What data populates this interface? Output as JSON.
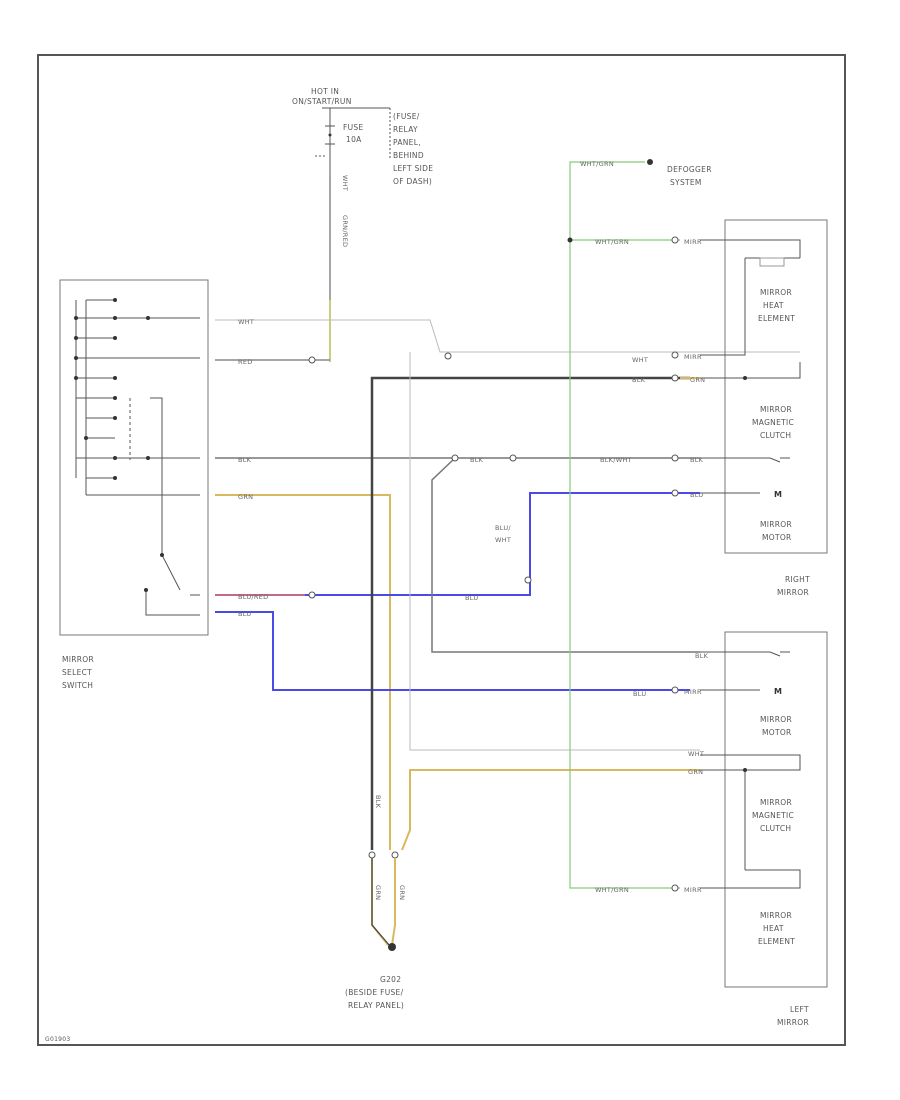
{
  "power": {
    "hot_line1": "HOT IN",
    "hot_line2": "ON/START/RUN",
    "fuse_line1": "FUSE",
    "fuse_line2": "10A",
    "panel_line1": "(FUSE/",
    "panel_line2": "RELAY",
    "panel_line3": "PANEL,",
    "panel_line4": "BEHIND",
    "panel_line5": "LEFT SIDE",
    "panel_line6": "OF DASH)",
    "wire_top": "WHT",
    "wire_mid": "GRN/RED"
  },
  "switch": {
    "label_line1": "MIRROR",
    "label_line2": "SELECT",
    "label_line3": "SWITCH",
    "wire_wht": "WHT",
    "wire_red": "RED",
    "wire_blk": "BLK",
    "wire_grn": "GRN",
    "wire_blured": "BLU/RED",
    "wire_blu": "BLU"
  },
  "defogger": {
    "line1": "DEFOGGER",
    "line2": "SYSTEM",
    "wire": "WHT/GRN"
  },
  "right_mirror": {
    "heat_line1": "MIRROR",
    "heat_line2": "HEAT",
    "heat_line3": "ELEMENT",
    "clutch_line1": "MIRROR",
    "clutch_line2": "MAGNETIC",
    "clutch_line3": "CLUTCH",
    "motor_line1": "MIRROR",
    "motor_line2": "MOTOR",
    "group_line1": "RIGHT",
    "group_line2": "MIRROR",
    "motor_symbol": "M"
  },
  "left_mirror": {
    "motor_line1": "MIRROR",
    "motor_line2": "MOTOR",
    "clutch_line1": "MIRROR",
    "clutch_line2": "MAGNETIC",
    "clutch_line3": "CLUTCH",
    "heat_line1": "MIRROR",
    "heat_line2": "HEAT",
    "heat_line3": "ELEMENT",
    "group_line1": "LEFT",
    "group_line2": "MIRROR",
    "motor_symbol": "M"
  },
  "wires": {
    "wht": "WHT",
    "blk": "BLK",
    "blk_wht": "BLK/WHT",
    "blu": "BLU",
    "blu_wht_line1": "BLU/",
    "blu_wht_line2": "WHT",
    "grn": "GRN",
    "wht_grn": "WHT/GRN",
    "mirror_side": "MIRR",
    "blk_v": "BLK",
    "grn_v": "GRN"
  },
  "ground": {
    "line1": "G202",
    "line2": "(BESIDE FUSE/",
    "line3": "RELAY PANEL)"
  },
  "footer": {
    "code": "G01903"
  }
}
